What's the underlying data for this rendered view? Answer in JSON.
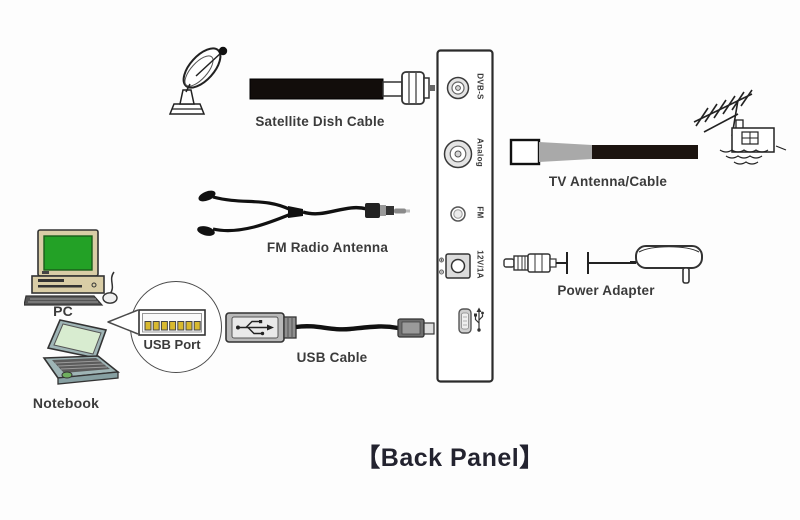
{
  "title": "【Back Panel】",
  "panel": {
    "port_labels": {
      "dvbs": "DVB-S",
      "analog": "Analog",
      "fm": "FM",
      "power": "12V/1A"
    }
  },
  "labels": {
    "satellite_cable": "Satellite Dish Cable",
    "fm_antenna": "FM Radio Antenna",
    "tv_antenna": "TV Antenna/Cable",
    "power_adapter": "Power Adapter",
    "usb_cable": "USB Cable",
    "usb_port": "USB Port",
    "pc": "PC",
    "notebook": "Notebook"
  },
  "colors": {
    "pc_screen_green": "#23a126",
    "usb_pin_yellow": "#d8b92f",
    "notebook_body": "#9fb5b6",
    "notebook_screen": "#d8ecd0",
    "pc_beige": "#d9cda6",
    "cable_black": "#1c1410",
    "label_text": "#3b3b3b",
    "title_text": "#23232f"
  }
}
